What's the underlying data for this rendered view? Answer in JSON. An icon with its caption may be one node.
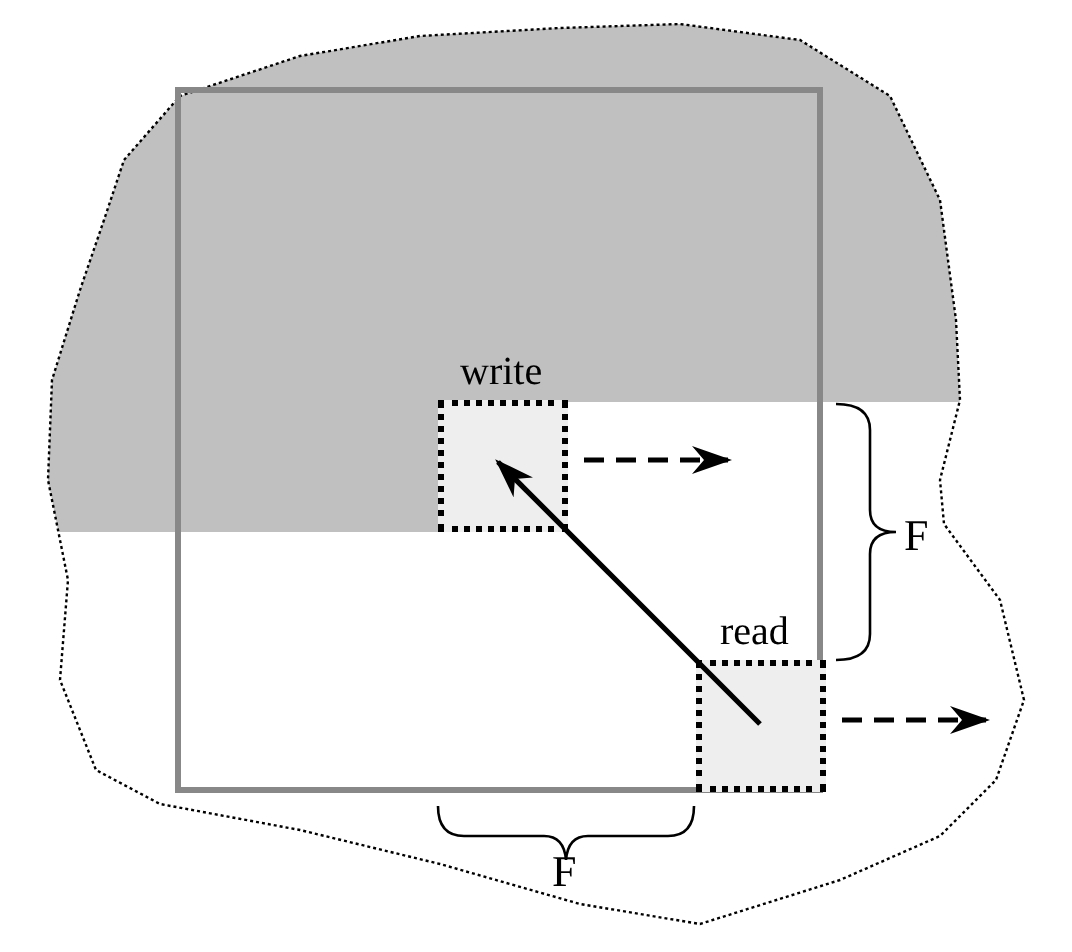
{
  "diagram": {
    "nodes": [
      {
        "text": [
          "write"
        ]
      },
      {
        "text": [
          "read"
        ]
      }
    ],
    "edges": [
      {
        "from": 1,
        "to": 0,
        "arrow": "to"
      },
      {
        "from": 0,
        "to": null,
        "arrow": "to",
        "style": "dashed"
      },
      {
        "from": 1,
        "to": null,
        "arrow": "to",
        "style": "dashed"
      }
    ],
    "labels": [
      "F",
      "F"
    ]
  }
}
